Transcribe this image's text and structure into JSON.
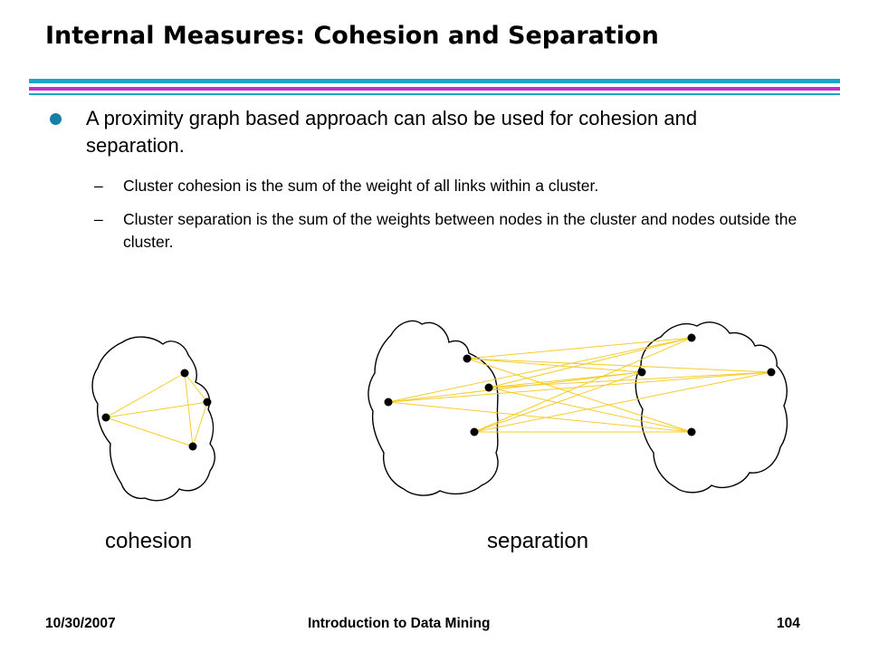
{
  "slide": {
    "title": "Internal Measures: Cohesion and Separation",
    "bullet": "A proximity graph based approach can also be used for cohesion and separation.",
    "sub_bullets": [
      {
        "dash": "–",
        "text": "Cluster cohesion is the sum of the weight of all links within a cluster."
      },
      {
        "dash": "–",
        "text": "Cluster separation is the sum of the weights between nodes in the cluster and nodes outside the cluster."
      }
    ]
  },
  "diagram": {
    "captions": [
      "cohesion",
      "separation"
    ]
  },
  "footer": {
    "date": "10/30/2007",
    "course": "Introduction to Data Mining",
    "page": "104"
  },
  "colors": {
    "rule_primary": "#c12fd2",
    "rule_secondary": "#1aa6c9",
    "bullet": "#1a7fa8",
    "edge": "#f5cd2a",
    "node": "#000000"
  }
}
